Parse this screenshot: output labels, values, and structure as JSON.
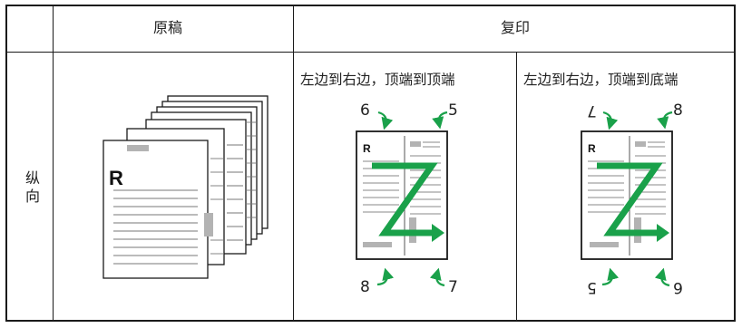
{
  "table": {
    "header_original": "原稿",
    "header_copy": "复印",
    "row_label": "纵向",
    "col1_caption": "左边到右边，顶端到顶端",
    "col2_caption": "左边到右边，顶端到底端"
  },
  "page_letter": "R",
  "col1_numbers": {
    "top_left": "6",
    "top_right": "5",
    "bottom_left": "8",
    "bottom_right": "7"
  },
  "col2_numbers": {
    "top_left": "7",
    "top_right": "8",
    "bottom_left": "5",
    "bottom_right": "6"
  },
  "colors": {
    "arrow": "#1aa14a",
    "grey": "#b3b3b3",
    "line": "#1a1a1a"
  }
}
